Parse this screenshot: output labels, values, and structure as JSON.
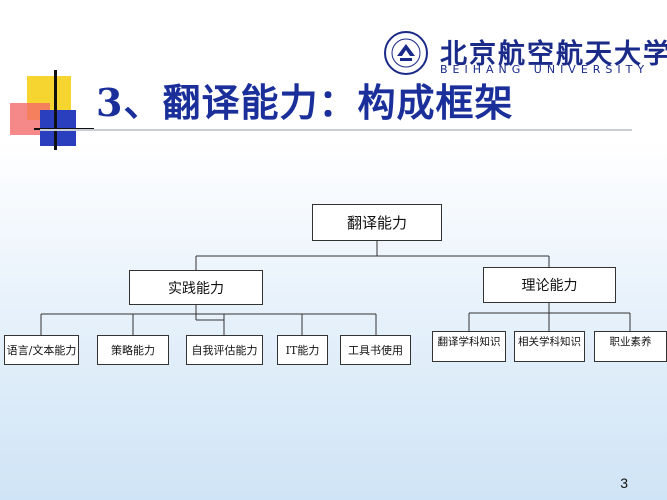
{
  "slide": {
    "title": "3、翻译能力：构成框架",
    "page_number": "3"
  },
  "logo": {
    "cn": "北京航空航天大学",
    "en": "BEIHANG UNIVERSITY"
  },
  "diagram": {
    "root": "翻译能力",
    "practice": {
      "label": "实践能力",
      "children": [
        "语言/文本能力",
        "策略能力",
        "自我评估能力",
        "IT能力",
        "工具书使用"
      ]
    },
    "theory": {
      "label": "理论能力",
      "children": [
        "翻译学科知识",
        "相关学科知识",
        "职业素养"
      ]
    }
  },
  "colors": {
    "title": "#1a2f99",
    "accent_yellow": "#f7d531",
    "accent_red": "#f36a6a",
    "accent_blue": "#2a3fbd"
  }
}
